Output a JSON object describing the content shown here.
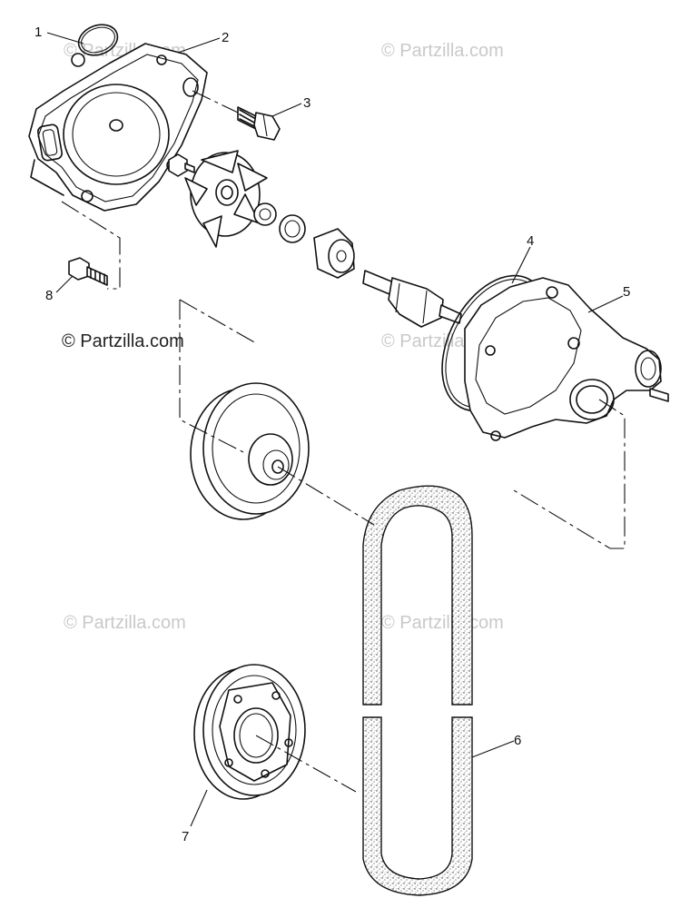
{
  "watermarks": {
    "dark": "© Partzilla.com",
    "faint": "© Partzilla.com"
  },
  "callouts": [
    {
      "id": "1",
      "part": "o-ring"
    },
    {
      "id": "2",
      "part": "pump-cover-gasket"
    },
    {
      "id": "3",
      "part": "bolt"
    },
    {
      "id": "4",
      "part": "o-ring-housing"
    },
    {
      "id": "5",
      "part": "water-pump-housing"
    },
    {
      "id": "6",
      "part": "drive-belt"
    },
    {
      "id": "7",
      "part": "drive-pulley"
    },
    {
      "id": "8",
      "part": "cover-bolt"
    }
  ],
  "colors": {
    "line": "#111111",
    "watermark": "#c9c9c9",
    "background": "#ffffff"
  }
}
